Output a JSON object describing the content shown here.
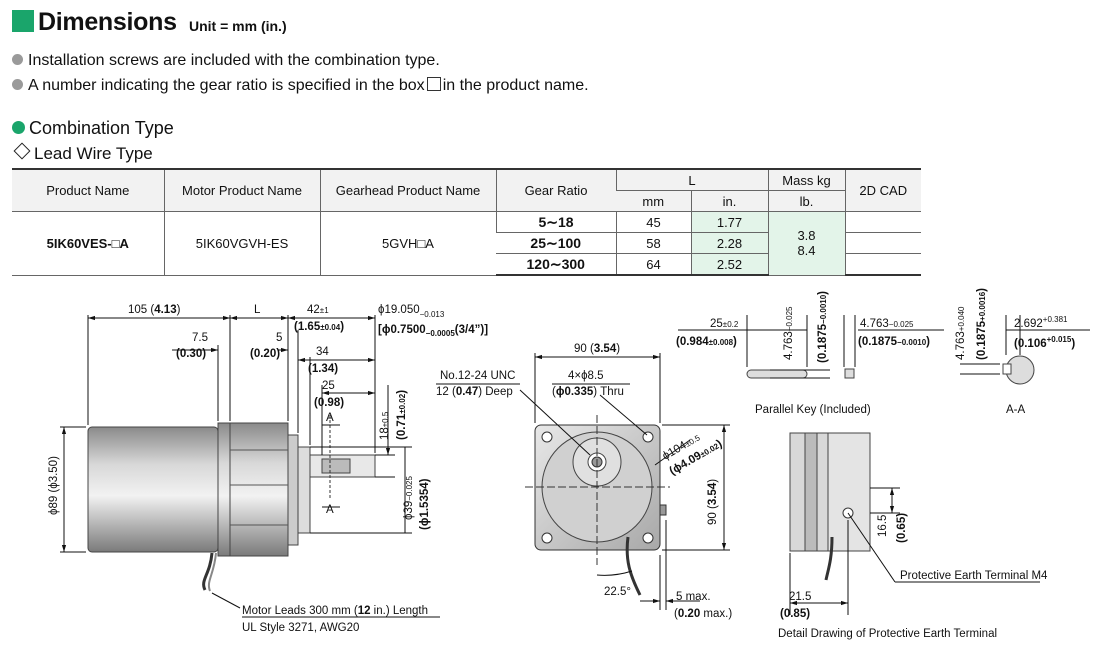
{
  "header": {
    "title": "Dimensions",
    "unit": "Unit = mm (in.)"
  },
  "notes": [
    "Installation screws are included with the combination type.",
    "A number indicating the gear ratio is specified in the box",
    "in the product name."
  ],
  "section": {
    "combination_type": "Combination Type",
    "lead_wire_type": "Lead Wire Type"
  },
  "table": {
    "headers": {
      "product_name": "Product Name",
      "motor_product_name": "Motor Product Name",
      "gearhead_product_name": "Gearhead Product Name",
      "gear_ratio": "Gear Ratio",
      "L": "L",
      "mm": "mm",
      "in": "in.",
      "mass_kg": "Mass kg",
      "lb": "lb.",
      "cad": "2D CAD"
    },
    "product_name": "5IK60VES-□A",
    "motor_product_name": "5IK60VGVH-ES",
    "gearhead_product_name": "5GVH□A",
    "rows": [
      {
        "ratio": "5∼18",
        "mm": "45",
        "in": "1.77"
      },
      {
        "ratio": "25∼100",
        "mm": "58",
        "in": "2.28"
      },
      {
        "ratio": "120∼300",
        "mm": "64",
        "in": "2.52"
      }
    ],
    "mass_kg": "3.8",
    "mass_lb": "8.4"
  },
  "drawing": {
    "dim_105": "105 (",
    "dim_105_in": "4.13",
    "L": "L",
    "dim_42": "42",
    "dim_42_tol": "±1",
    "dim_42_in": "1.65",
    "dim_42_in_tol": "±0.04",
    "dim_7_5": "7.5",
    "dim_7_5_in": "0.30",
    "dim_5": "5",
    "dim_5_in": "0.20",
    "dim_34": "34",
    "dim_34_in": "1.34",
    "dim_25": "25",
    "dim_25_in": "0.98",
    "A": "A",
    "dim_18": "18",
    "dim_18_tol": "±0.5",
    "dim_071": "0.71",
    "dim_071_tol": "±0.02",
    "phi_39": "ϕ39",
    "phi_39_tol": "−0.025",
    "phi_15354": "ϕ1.5354",
    "phi_19050": "ϕ19.050",
    "phi_19050_tol": "−0.013",
    "phi_07500": "ϕ0.7500",
    "phi_07500_tol": "−0.0005",
    "phi_07500_frac": "(3/4”)",
    "phi_89": "ϕ89 (ϕ3.50)",
    "motor_leads": "Motor Leads 300 mm (",
    "motor_leads_in": "12",
    "motor_leads_end": " in.) Length",
    "ul_style": "UL Style 3271, AWG20",
    "dim_90_top": "90 (",
    "dim_90_in": "3.54",
    "screw": "No.12-24 UNC",
    "screw_depth": "12 (",
    "screw_depth_in": "0.47",
    "screw_depth_end": ") Deep",
    "holes": "4×ϕ8.5",
    "holes_in": "ϕ0.335",
    "holes_end": ") Thru",
    "phi_104": "ϕ104",
    "phi_104_tol": "±0.5",
    "phi_409": "ϕ4.09",
    "phi_409_tol": "±0.02",
    "dim_90_side": "90 (",
    "angle": "22.5°",
    "max5": "5 max.",
    "max5_in": "0.20",
    "key_25": "25",
    "key_25_tol": "±0.2",
    "key_0984": "0.984",
    "key_0984_tol": "±0.008",
    "key_4763": "4.763",
    "key_4763_tol": "−0.025",
    "key_01875": "0.1875",
    "key_01875_tol": "−0.0010",
    "parallel_key": "Parallel Key (Included)",
    "aa_4763": "4.763",
    "aa_4763_tol": "+0.040",
    "aa_01875": "0.1875",
    "aa_01875_tol": "+0.0016",
    "aa_2692": "2.692",
    "aa_2692_tol": "+0.381",
    "aa_0106": "0.106",
    "aa_0106_tol": "+0.015",
    "A_A": "A-A",
    "dim_16_5": "16.5",
    "dim_065": "0.65",
    "pe_terminal": "Protective Earth Terminal M4",
    "dim_21_5": "21.5",
    "dim_085": "0.85",
    "detail": "Detail Drawing of Protective Earth Terminal"
  }
}
